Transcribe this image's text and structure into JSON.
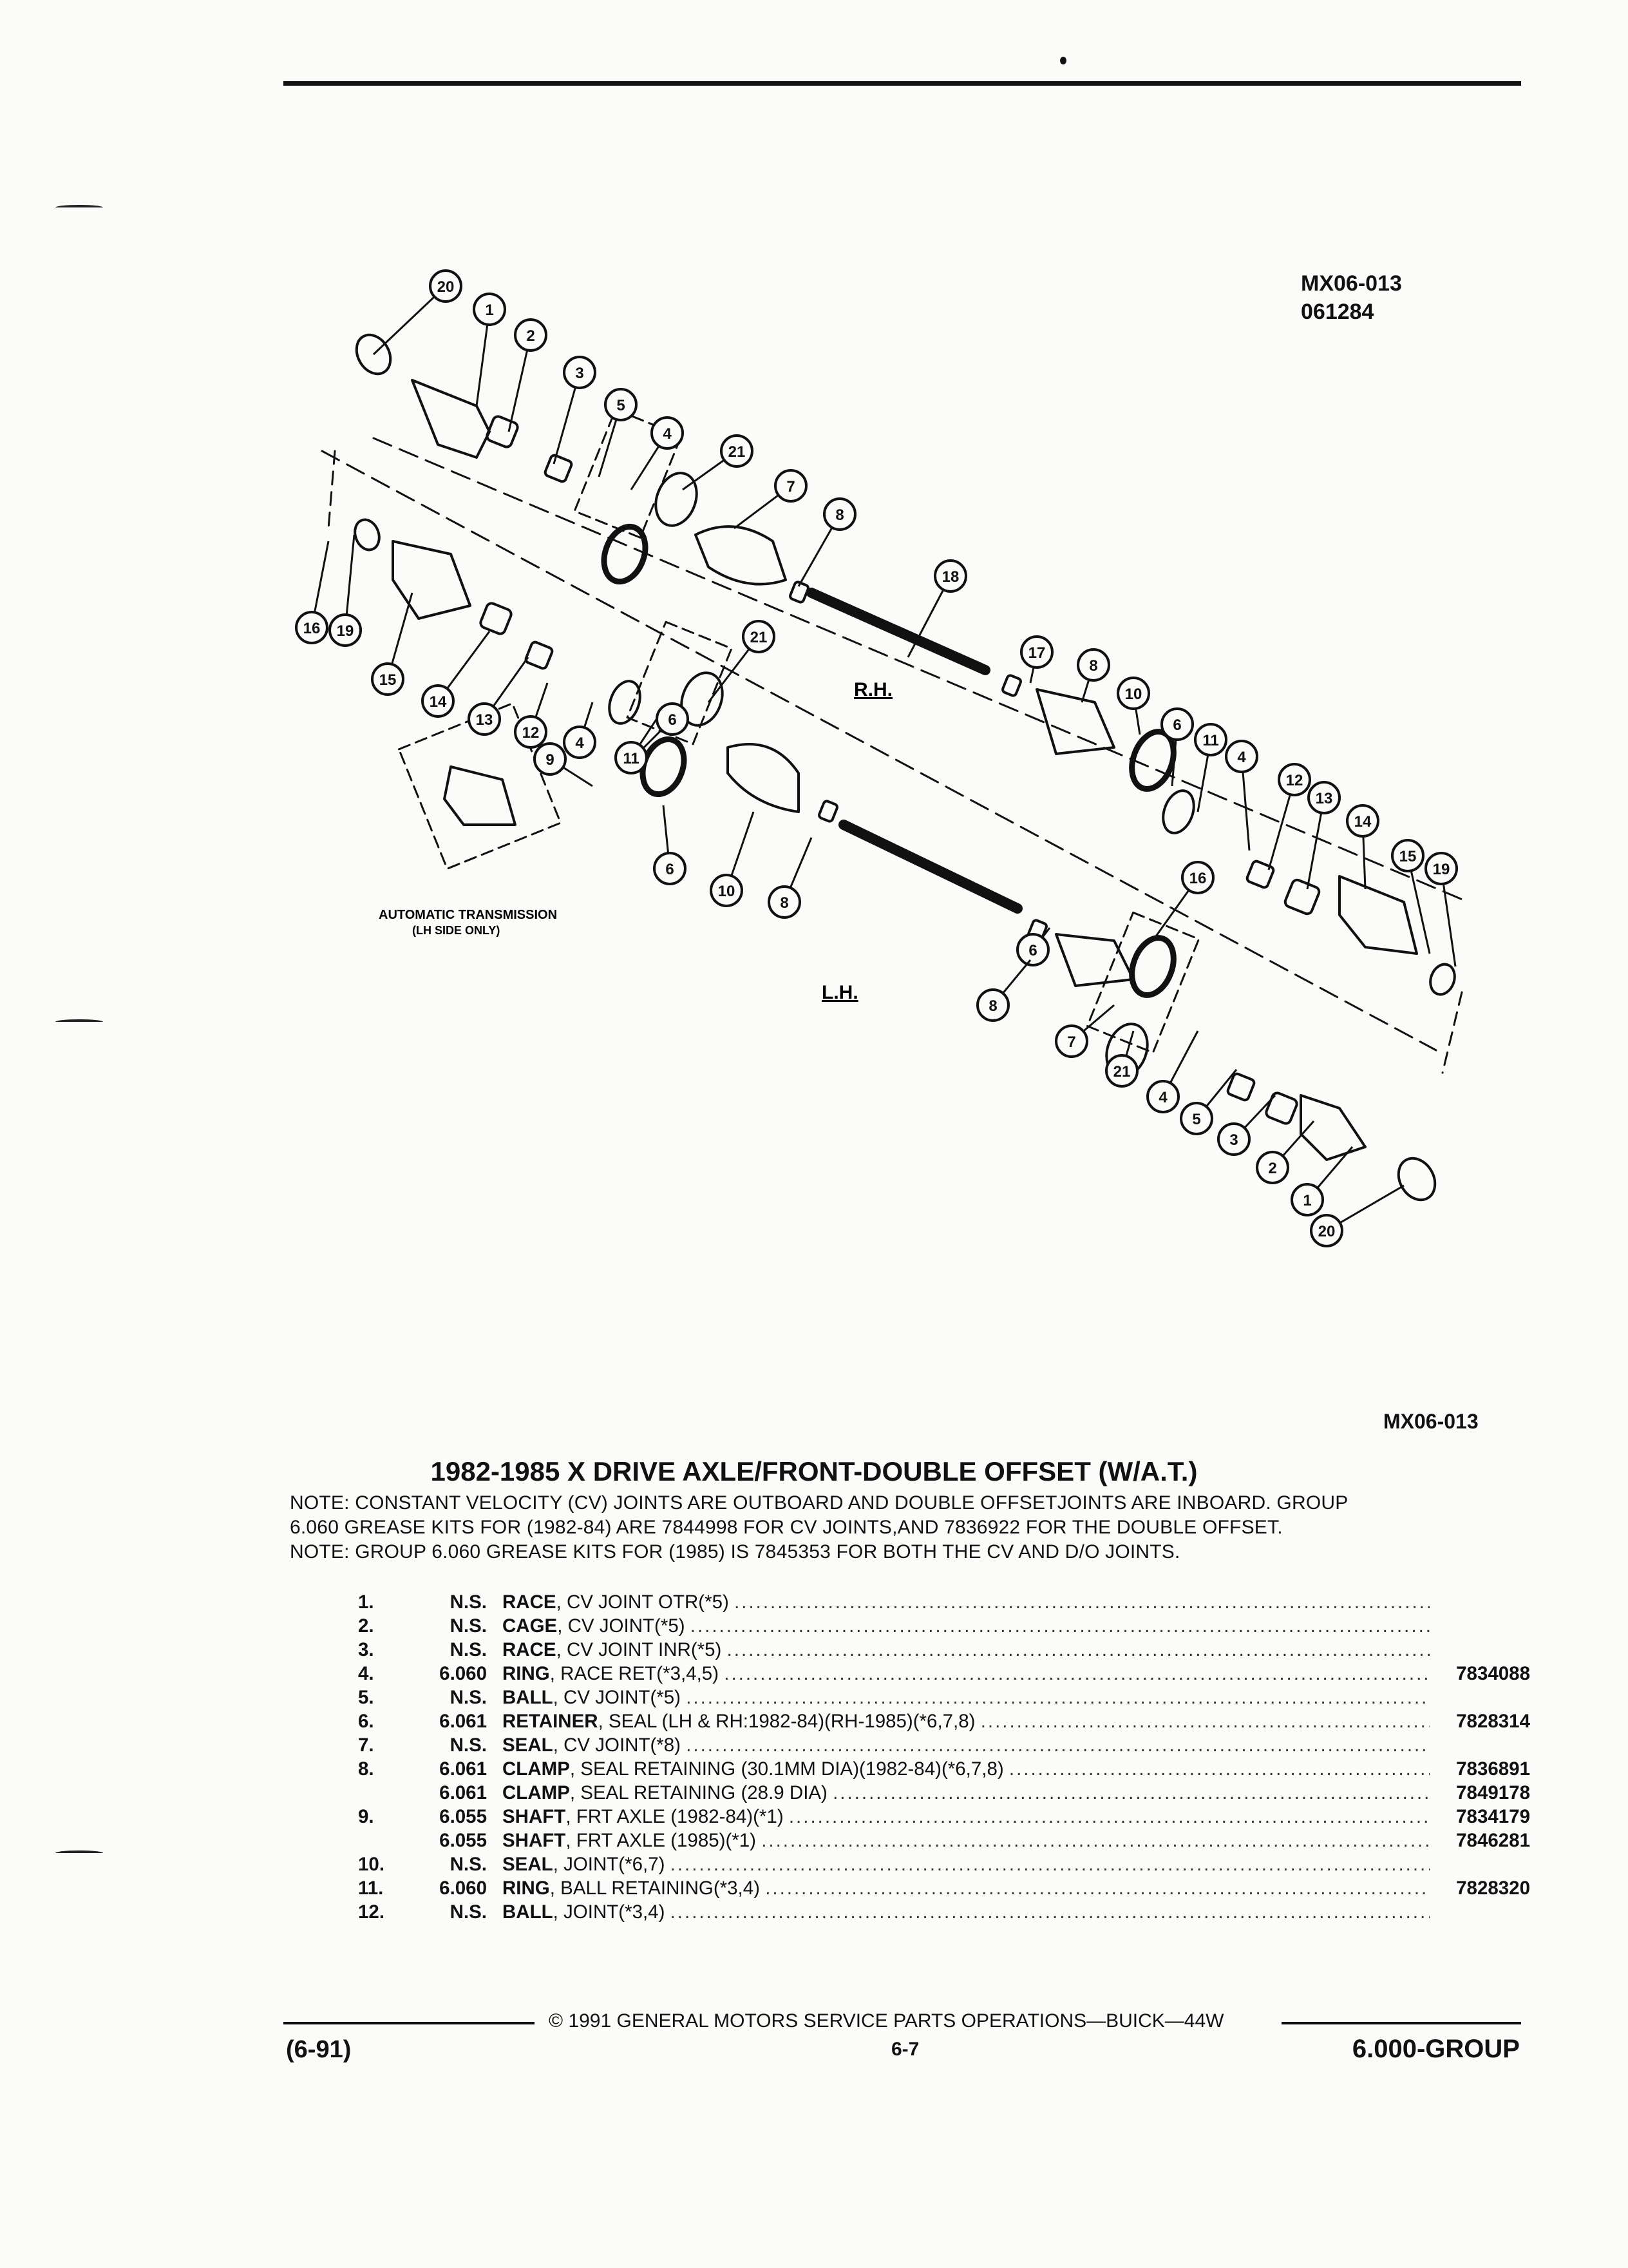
{
  "figure": {
    "id_top": "MX06-013",
    "date": "061284",
    "caption": "MX06-013"
  },
  "diagram": {
    "callouts": [
      "20",
      "1",
      "2",
      "3",
      "5",
      "4",
      "21",
      "7",
      "8",
      "18",
      "16",
      "19",
      "15",
      "14",
      "13",
      "12",
      "4",
      "11",
      "6",
      "21",
      "6",
      "10",
      "8",
      "9",
      "17",
      "8",
      "10",
      "6",
      "11",
      "4",
      "12",
      "13",
      "14",
      "15",
      "19",
      "16",
      "6",
      "8",
      "7",
      "21",
      "4",
      "5",
      "3",
      "2",
      "1",
      "20"
    ],
    "labels": {
      "rh": "R.H.",
      "lh": "L.H.",
      "auto_trans": "AUTOMATIC TRANSMISSION",
      "auto_trans_sub": "(LH SIDE ONLY)"
    }
  },
  "title": "1982-1985 X DRIVE AXLE/FRONT-DOUBLE OFFSET (W/A.T.)",
  "notes": [
    "NOTE:  CONSTANT VELOCITY (CV) JOINTS ARE OUTBOARD AND DOUBLE OFFSETJOINTS ARE INBOARD. GROUP",
    "6.060 GREASE KITS FOR (1982-84) ARE 7844998 FOR CV JOINTS,AND 7836922 FOR THE DOUBLE OFFSET.",
    "NOTE:  GROUP 6.060 GREASE KITS FOR (1985) IS 7845353 FOR BOTH THE CV AND D/O JOINTS."
  ],
  "parts": [
    {
      "no": "1.",
      "group": "N.S.",
      "name": "RACE",
      "desc": ", CV JOINT OTR(*5)",
      "pn": ""
    },
    {
      "no": "2.",
      "group": "N.S.",
      "name": "CAGE",
      "desc": ", CV JOINT(*5)",
      "pn": ""
    },
    {
      "no": "3.",
      "group": "N.S.",
      "name": "RACE",
      "desc": ", CV JOINT INR(*5)",
      "pn": ""
    },
    {
      "no": "4.",
      "group": "6.060",
      "name": "RING",
      "desc": ", RACE RET(*3,4,5)",
      "pn": "7834088"
    },
    {
      "no": "5.",
      "group": "N.S.",
      "name": "BALL",
      "desc": ", CV JOINT(*5)",
      "pn": ""
    },
    {
      "no": "6.",
      "group": "6.061",
      "name": "RETAINER",
      "desc": ", SEAL (LH & RH:1982-84)(RH-1985)(*6,7,8)",
      "pn": "7828314"
    },
    {
      "no": "7.",
      "group": "N.S.",
      "name": "SEAL",
      "desc": ", CV JOINT(*8)",
      "pn": ""
    },
    {
      "no": "8.",
      "group": "6.061",
      "name": "CLAMP",
      "desc": ", SEAL RETAINING (30.1MM DIA)(1982-84)(*6,7,8)",
      "pn": "7836891"
    },
    {
      "no": "",
      "group": "6.061",
      "name": "CLAMP",
      "desc": ", SEAL RETAINING (28.9 DIA)",
      "pn": "7849178"
    },
    {
      "no": "9.",
      "group": "6.055",
      "name": "SHAFT",
      "desc": ", FRT AXLE (1982-84)(*1)",
      "pn": "7834179"
    },
    {
      "no": "",
      "group": "6.055",
      "name": "SHAFT",
      "desc": ", FRT AXLE (1985)(*1)",
      "pn": "7846281"
    },
    {
      "no": "10.",
      "group": "N.S.",
      "name": "SEAL",
      "desc": ", JOINT(*6,7)",
      "pn": ""
    },
    {
      "no": "11.",
      "group": "6.060",
      "name": "RING",
      "desc": ", BALL RETAINING(*3,4)",
      "pn": "7828320"
    },
    {
      "no": "12.",
      "group": "N.S.",
      "name": "BALL",
      "desc": ", JOINT(*3,4)",
      "pn": ""
    }
  ],
  "footer": {
    "copyright": "© 1991 GENERAL MOTORS SERVICE PARTS OPERATIONS—BUICK—44W",
    "date_code": "(6-91)",
    "page": "6-7",
    "group": "6.000-GROUP"
  }
}
